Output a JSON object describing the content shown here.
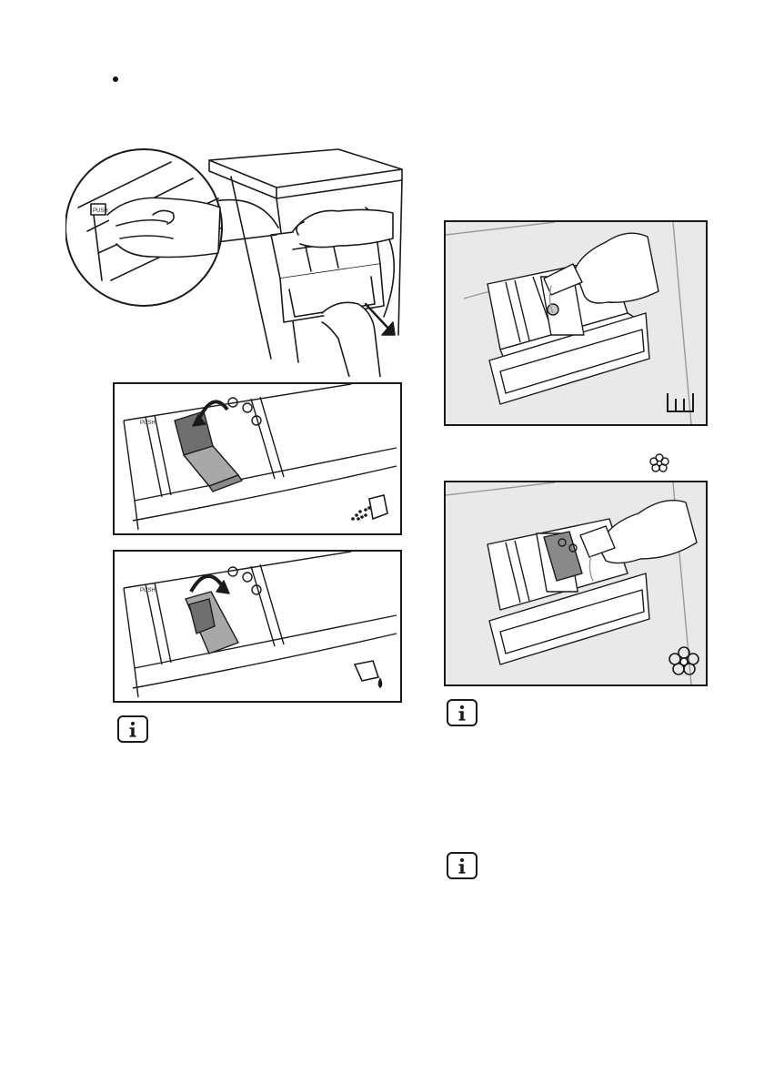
{
  "page": {
    "bullet_marker": "•"
  },
  "illustrations": {
    "main_drawer_removal": "machine-drawer-removal-illustration",
    "powder_flap_up": "powder-flap-up-illustration",
    "liquid_flap_down": "liquid-flap-down-illustration",
    "main_wash_fill": "main-wash-fill-illustration",
    "softener_fill": "softener-fill-illustration"
  },
  "icons": {
    "info": "info-icon",
    "powder_detergent": "powder-detergent-icon",
    "liquid_detergent": "liquid-detergent-icon",
    "main_wash": "main-wash-compartment-icon",
    "softener": "softener-flower-icon"
  },
  "colors": {
    "line": "#1a1a1a",
    "panel_grey": "#e9e9e9",
    "flap_grey": "#8a8a8a"
  }
}
